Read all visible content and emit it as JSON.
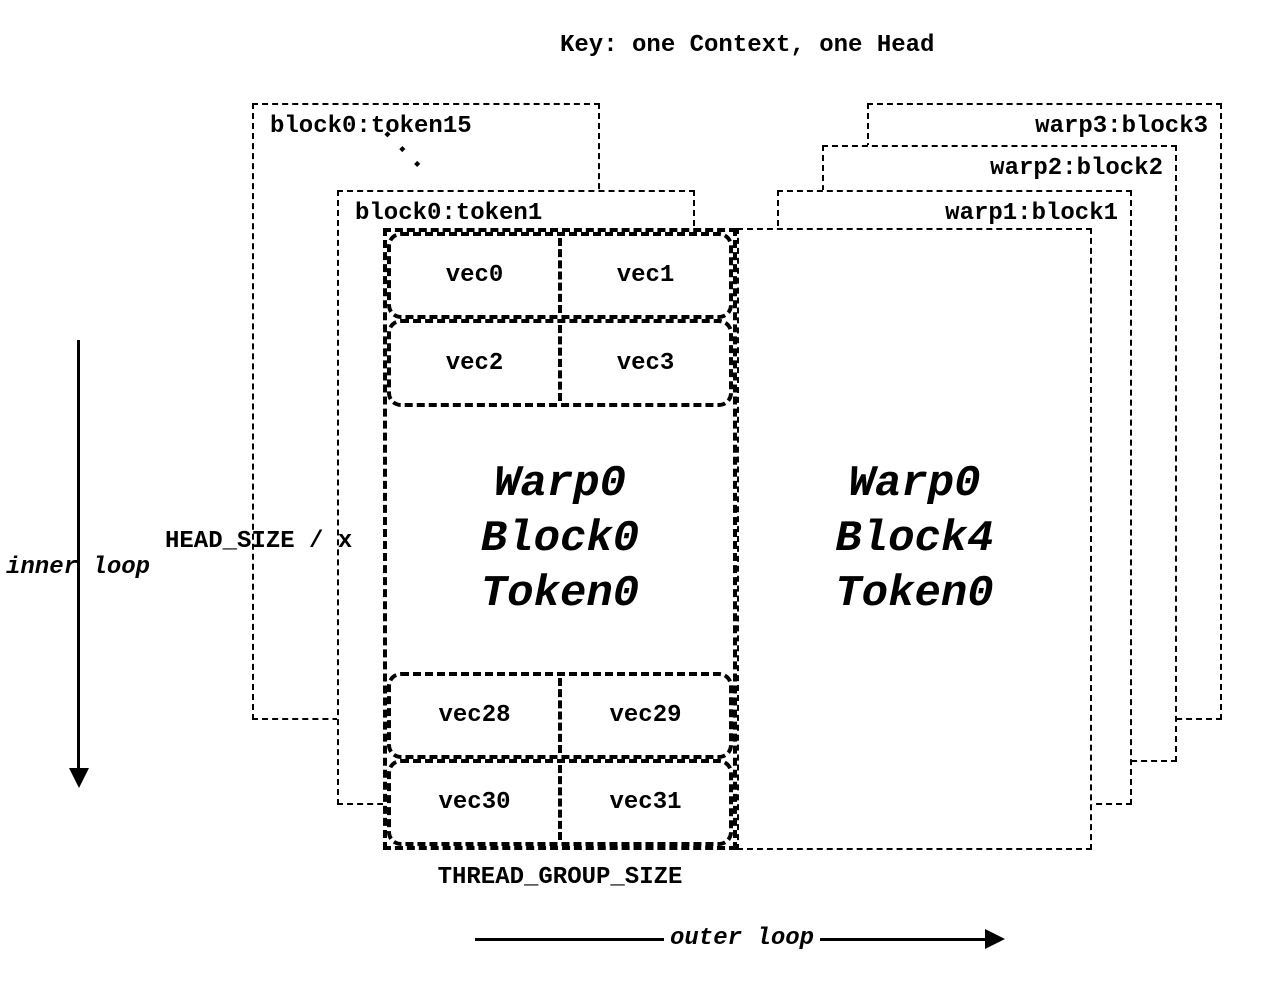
{
  "title": "Key: one Context, one Head",
  "colors": {
    "ink": "#000000",
    "background": "#ffffff"
  },
  "key_stack": {
    "token15_label": "block0:token15",
    "ellipsis": "...",
    "token1_label": "block0:token1"
  },
  "warp_stack": {
    "warp3_label": "warp3:block3",
    "warp2_label": "warp2:block2",
    "warp1_label": "warp1:block1"
  },
  "main_block": {
    "vec_cells": [
      "vec0",
      "vec1",
      "vec2",
      "vec3",
      "vec28",
      "vec29",
      "vec30",
      "vec31"
    ],
    "lines": [
      "Warp0",
      "Block0",
      "Token0"
    ]
  },
  "right_block": {
    "lines": [
      "Warp0",
      "Block4",
      "Token0"
    ]
  },
  "annotations": {
    "head_size": "HEAD_SIZE / x",
    "inner_loop": "inner loop",
    "thread_group_size": "THREAD_GROUP_SIZE",
    "outer_loop": "outer loop"
  }
}
